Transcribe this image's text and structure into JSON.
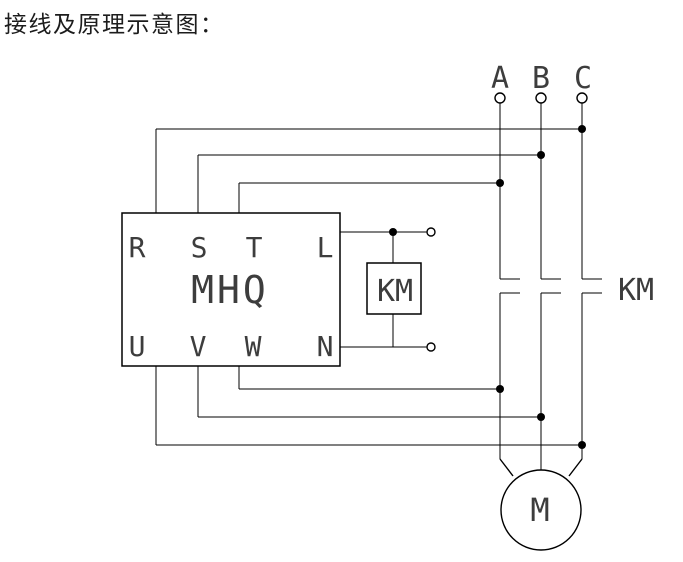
{
  "title": "接线及原理示意图：",
  "colors": {
    "background": "#ffffff",
    "line": "#000000",
    "cad_text": "#3d3d3d"
  },
  "diagram": {
    "phases": [
      "A",
      "B",
      "C"
    ],
    "mhq": {
      "label": "MHQ",
      "top_terminals": [
        "R",
        "S",
        "T",
        "L"
      ],
      "bottom_terminals": [
        "U",
        "V",
        "W",
        "N"
      ]
    },
    "contactor": {
      "coil_label": "KM",
      "contacts_label": "KM"
    },
    "motor": {
      "label": "M"
    }
  }
}
